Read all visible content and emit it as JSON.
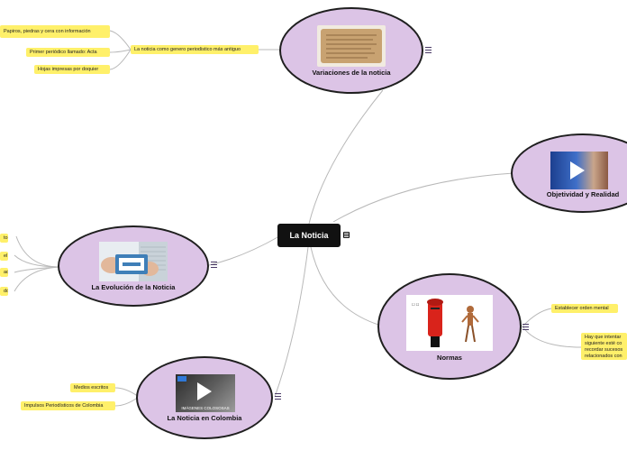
{
  "root": {
    "label": "La Noticia",
    "icon": "notes-icon"
  },
  "branches": {
    "variaciones": {
      "label": "Variaciones de la noticia",
      "image": "papyrus-manuscript-image",
      "subtopic": "La noticia como genero periodistico más antiguo",
      "leaves": [
        "Papiros, piedras y cera con información",
        "Primer periódico llamado: Acta",
        "Hojas impresas por doquier"
      ]
    },
    "objetividad": {
      "label": "Objetividad y Realidad",
      "image": "news-video-thumbnail"
    },
    "evolucion": {
      "label": "La Evolución de la Noticia",
      "image": "news-hands-image",
      "leaves": [
        "to",
        "el",
        "ad",
        "do"
      ]
    },
    "normas": {
      "label": "Normas",
      "image": "mailbox-cartoon-image",
      "leaves": [
        "Establecer orden mental",
        "Hay que intentar siguiente esté co recordar sucesos relacionados con"
      ]
    },
    "colombia": {
      "label": "La Noticia en Colombia",
      "image": "colombia-video-thumbnail",
      "thumb_caption": "IMÁGENES COLOSOSAS",
      "leaves": [
        "Medios escritos",
        "Impulsos Periodísticos de Colombia"
      ]
    }
  },
  "colors": {
    "node_fill": "#dcc4e6",
    "node_border": "#1f1f1f",
    "leaf_fill": "#fff06a",
    "link": "#b8b8b8",
    "root_fill": "#111111"
  }
}
